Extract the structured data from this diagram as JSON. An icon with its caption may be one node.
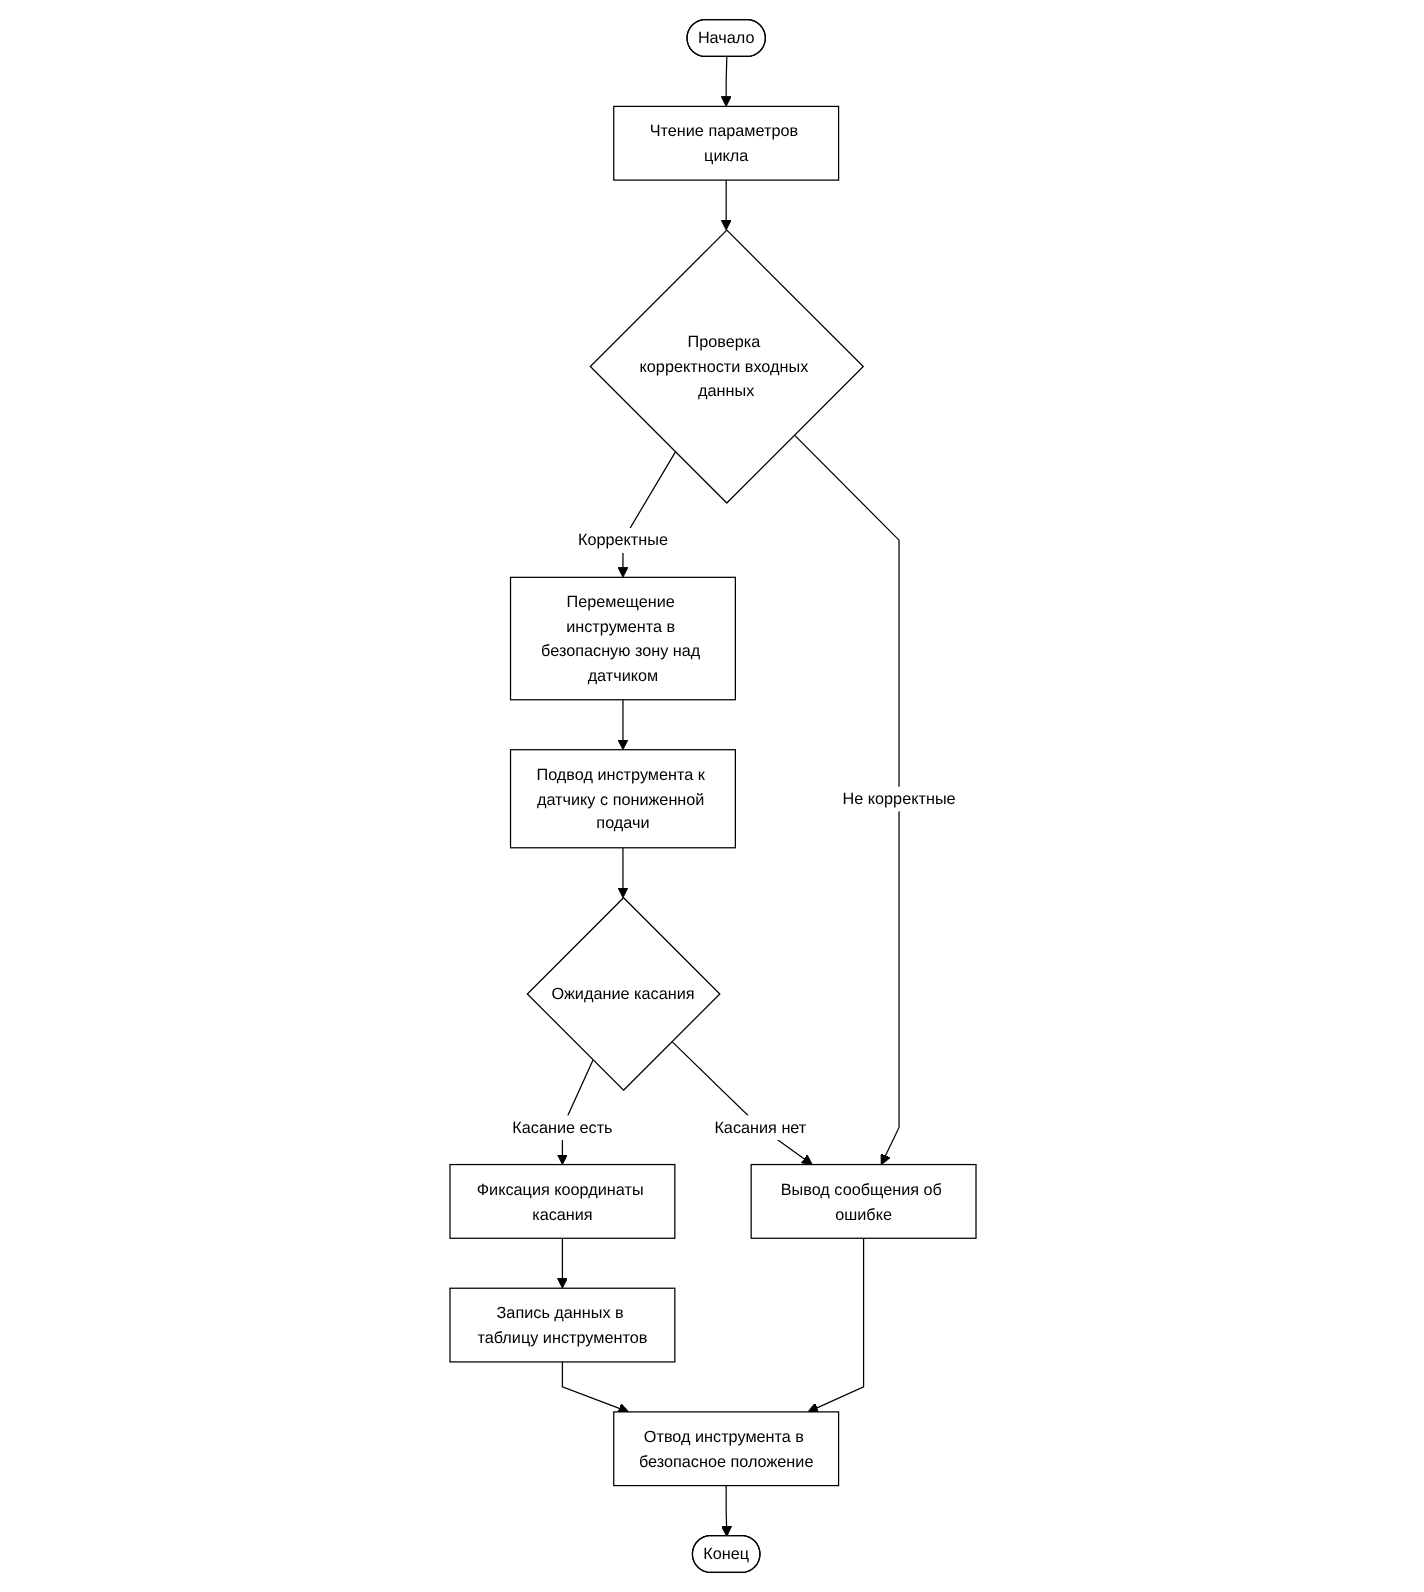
{
  "diagram": {
    "nodes": [
      {
        "text": [
          "Начало"
        ]
      },
      {
        "text": [
          "Чтение параметров цикла"
        ]
      },
      {
        "text": [
          "Проверка корректности входных данных"
        ]
      },
      {
        "text": [
          "Перемещение инструмента в безопасную зону над датчиком"
        ]
      },
      {
        "text": [
          "Подвод инструмента к датчику с пониженной подачи"
        ]
      },
      {
        "text": [
          "Ожидание касания"
        ]
      },
      {
        "text": [
          "Фиксация координаты касания"
        ]
      },
      {
        "text": [
          "Запись данных в таблицу инструментов"
        ]
      },
      {
        "text": [
          "Вывод сообщения об ошибке"
        ]
      },
      {
        "text": [
          "Отвод инструмента в безопасное положение"
        ]
      },
      {
        "text": [
          "Конец"
        ]
      }
    ],
    "edges": [
      {
        "from": 0,
        "to": 1,
        "arrow": "to"
      },
      {
        "from": 1,
        "to": 2,
        "arrow": "to"
      },
      {
        "from": 2,
        "to": 3,
        "arrow": "to",
        "label": "Корректные"
      },
      {
        "from": 2,
        "to": 8,
        "arrow": "to",
        "label": "Не корректные"
      },
      {
        "from": 3,
        "to": 4,
        "arrow": "to"
      },
      {
        "from": 4,
        "to": 5,
        "arrow": "to"
      },
      {
        "from": 5,
        "to": 6,
        "arrow": "to",
        "label": "Касание есть"
      },
      {
        "from": 5,
        "to": 8,
        "arrow": "to",
        "label": "Касания нет"
      },
      {
        "from": 6,
        "to": 7,
        "arrow": "to"
      },
      {
        "from": 7,
        "to": 9,
        "arrow": "to"
      },
      {
        "from": 8,
        "to": 9,
        "arrow": "to"
      },
      {
        "from": 9,
        "to": 10,
        "arrow": "to"
      }
    ]
  }
}
